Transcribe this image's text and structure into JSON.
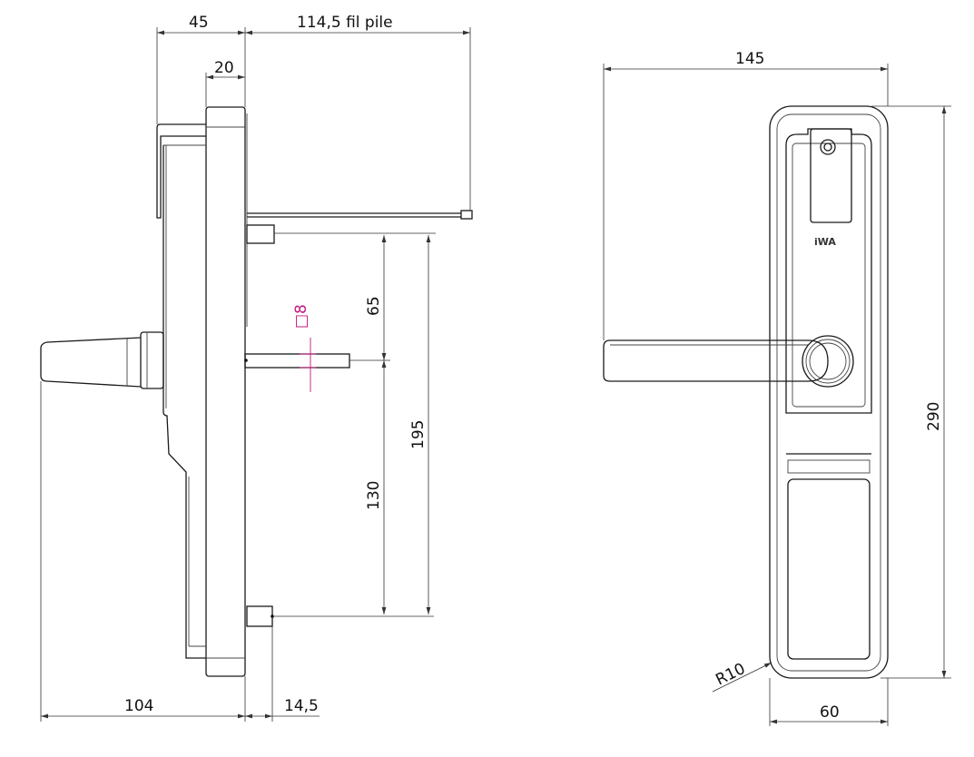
{
  "dimensions": {
    "d45": "45",
    "d114": "114,5 fil pile",
    "d20": "20",
    "d65": "65",
    "sq8": "□8",
    "d195": "195",
    "d130": "130",
    "d104": "104",
    "d14": "14,5",
    "d145": "145",
    "d290": "290",
    "r10": "R10",
    "d60": "60"
  },
  "logo": "iWA",
  "colors": {
    "line": "#1a1a1a",
    "highlight_dimension": "#c0187a"
  }
}
